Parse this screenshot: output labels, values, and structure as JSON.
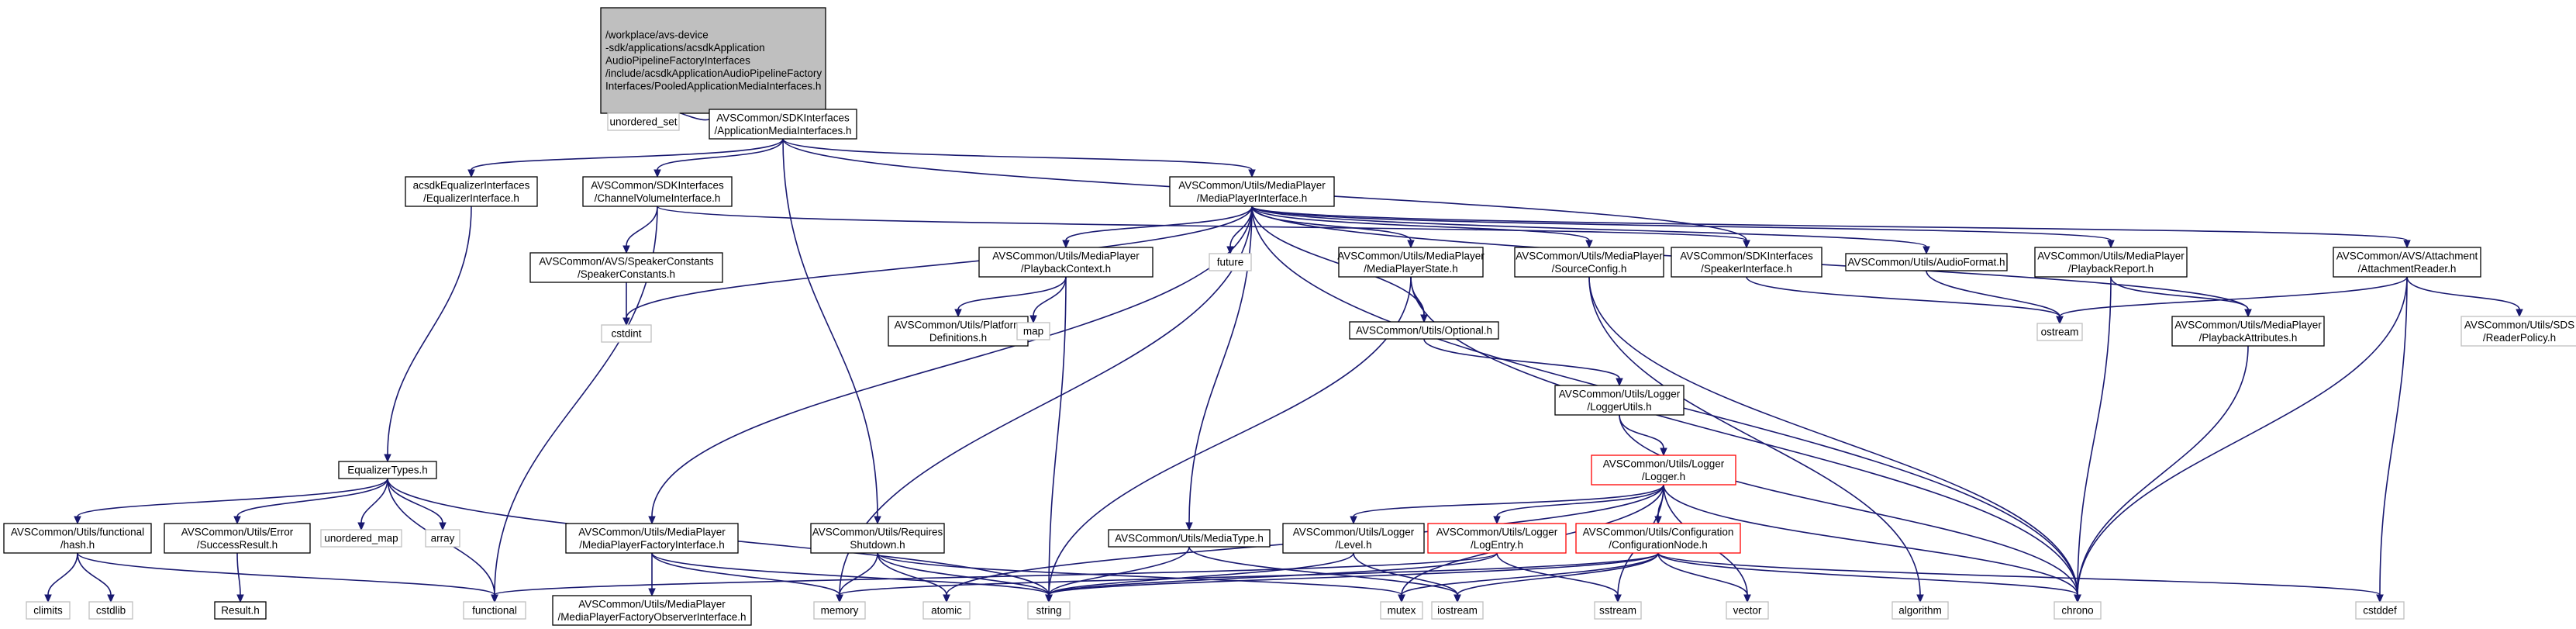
{
  "colors": {
    "edge": "#191970",
    "box_border": "#000000",
    "gray_border": "#bfbfbf",
    "red_border": "#ff0000",
    "root_fill": "#bfbfbf",
    "fill": "#ffffff"
  },
  "nodes": [
    {
      "id": "root",
      "style": "root",
      "lines": [
        "/workplace/avs-device",
        "-sdk/applications/acsdkApplication",
        "AudioPipelineFactoryInterfaces",
        "/include/acsdkApplicationAudioPipelineFactory",
        "Interfaces/PooledApplicationMediaInterfaces.h"
      ]
    },
    {
      "id": "unordered_set",
      "style": "gray",
      "lines": [
        "unordered_set"
      ]
    },
    {
      "id": "app_media",
      "style": "normal",
      "lines": [
        "AVSCommon/SDKInterfaces",
        "/ApplicationMediaInterfaces.h"
      ]
    },
    {
      "id": "eq_iface",
      "style": "normal",
      "lines": [
        "acsdkEqualizerInterfaces",
        "/EqualizerInterface.h"
      ]
    },
    {
      "id": "chan_vol",
      "style": "normal",
      "lines": [
        "AVSCommon/SDKInterfaces",
        "/ChannelVolumeInterface.h"
      ]
    },
    {
      "id": "mp_iface",
      "style": "normal",
      "lines": [
        "AVSCommon/Utils/MediaPlayer",
        "/MediaPlayerInterface.h"
      ]
    },
    {
      "id": "spk_const",
      "style": "normal",
      "lines": [
        "AVSCommon/AVS/SpeakerConstants",
        "/SpeakerConstants.h"
      ]
    },
    {
      "id": "cstdint",
      "style": "gray",
      "lines": [
        "cstdint"
      ]
    },
    {
      "id": "pb_context",
      "style": "normal",
      "lines": [
        "AVSCommon/Utils/MediaPlayer",
        "/PlaybackContext.h"
      ]
    },
    {
      "id": "future",
      "style": "gray",
      "lines": [
        "future"
      ]
    },
    {
      "id": "mp_state",
      "style": "normal",
      "lines": [
        "AVSCommon/Utils/MediaPlayer",
        "/MediaPlayerState.h"
      ]
    },
    {
      "id": "src_config",
      "style": "normal",
      "lines": [
        "AVSCommon/Utils/MediaPlayer",
        "/SourceConfig.h"
      ]
    },
    {
      "id": "spk_iface",
      "style": "normal",
      "lines": [
        "AVSCommon/SDKInterfaces",
        "/SpeakerInterface.h"
      ]
    },
    {
      "id": "audio_fmt",
      "style": "normal",
      "lines": [
        "AVSCommon/Utils/AudioFormat.h"
      ]
    },
    {
      "id": "pb_report",
      "style": "normal",
      "lines": [
        "AVSCommon/Utils/MediaPlayer",
        "/PlaybackReport.h"
      ]
    },
    {
      "id": "att_reader",
      "style": "normal",
      "lines": [
        "AVSCommon/AVS/Attachment",
        "/AttachmentReader.h"
      ]
    },
    {
      "id": "plat_defs",
      "style": "normal",
      "lines": [
        "AVSCommon/Utils/Platform",
        "Definitions.h"
      ]
    },
    {
      "id": "map",
      "style": "gray",
      "lines": [
        "map"
      ]
    },
    {
      "id": "optional",
      "style": "normal",
      "lines": [
        "AVSCommon/Utils/Optional.h"
      ]
    },
    {
      "id": "ostream",
      "style": "gray",
      "lines": [
        "ostream"
      ]
    },
    {
      "id": "pb_attrs",
      "style": "normal",
      "lines": [
        "AVSCommon/Utils/MediaPlayer",
        "/PlaybackAttributes.h"
      ]
    },
    {
      "id": "sds_policy",
      "style": "gray",
      "lines": [
        "AVSCommon/Utils/SDS",
        "/ReaderPolicy.h"
      ]
    },
    {
      "id": "logger_utils",
      "style": "normal",
      "lines": [
        "AVSCommon/Utils/Logger",
        "/LoggerUtils.h"
      ]
    },
    {
      "id": "eq_types",
      "style": "normal",
      "lines": [
        "EqualizerTypes.h"
      ]
    },
    {
      "id": "logger",
      "style": "red",
      "lines": [
        "AVSCommon/Utils/Logger",
        "/Logger.h"
      ]
    },
    {
      "id": "hash",
      "style": "normal",
      "lines": [
        "AVSCommon/Utils/functional",
        "/hash.h"
      ]
    },
    {
      "id": "success",
      "style": "normal",
      "lines": [
        "AVSCommon/Utils/Error",
        "/SuccessResult.h"
      ]
    },
    {
      "id": "unordered_map",
      "style": "gray",
      "lines": [
        "unordered_map"
      ]
    },
    {
      "id": "array",
      "style": "gray",
      "lines": [
        "array"
      ]
    },
    {
      "id": "mp_factory",
      "style": "normal",
      "lines": [
        "AVSCommon/Utils/MediaPlayer",
        "/MediaPlayerFactoryInterface.h"
      ]
    },
    {
      "id": "req_shutdown",
      "style": "normal",
      "lines": [
        "AVSCommon/Utils/Requires",
        "Shutdown.h"
      ]
    },
    {
      "id": "media_type",
      "style": "normal",
      "lines": [
        "AVSCommon/Utils/MediaType.h"
      ]
    },
    {
      "id": "log_level",
      "style": "normal",
      "lines": [
        "AVSCommon/Utils/Logger",
        "/Level.h"
      ]
    },
    {
      "id": "log_entry",
      "style": "red",
      "lines": [
        "AVSCommon/Utils/Logger",
        "/LogEntry.h"
      ]
    },
    {
      "id": "config_node",
      "style": "red",
      "lines": [
        "AVSCommon/Utils/Configuration",
        "/ConfigurationNode.h"
      ]
    },
    {
      "id": "climits",
      "style": "gray",
      "lines": [
        "climits"
      ]
    },
    {
      "id": "cstdlib",
      "style": "gray",
      "lines": [
        "cstdlib"
      ]
    },
    {
      "id": "result",
      "style": "normal",
      "lines": [
        "Result.h"
      ]
    },
    {
      "id": "functional",
      "style": "gray",
      "lines": [
        "functional"
      ]
    },
    {
      "id": "mp_factory_obs",
      "style": "normal",
      "lines": [
        "AVSCommon/Utils/MediaPlayer",
        "/MediaPlayerFactoryObserverInterface.h"
      ]
    },
    {
      "id": "memory",
      "style": "gray",
      "lines": [
        "memory"
      ]
    },
    {
      "id": "atomic",
      "style": "gray",
      "lines": [
        "atomic"
      ]
    },
    {
      "id": "string",
      "style": "gray",
      "lines": [
        "string"
      ]
    },
    {
      "id": "mutex",
      "style": "gray",
      "lines": [
        "mutex"
      ]
    },
    {
      "id": "iostream",
      "style": "gray",
      "lines": [
        "iostream"
      ]
    },
    {
      "id": "sstream",
      "style": "gray",
      "lines": [
        "sstream"
      ]
    },
    {
      "id": "vector",
      "style": "gray",
      "lines": [
        "vector"
      ]
    },
    {
      "id": "algorithm",
      "style": "gray",
      "lines": [
        "algorithm"
      ]
    },
    {
      "id": "chrono",
      "style": "gray",
      "lines": [
        "chrono"
      ]
    },
    {
      "id": "cstddef",
      "style": "gray",
      "lines": [
        "cstddef"
      ]
    }
  ],
  "edges": [
    [
      "root",
      "unordered_set"
    ],
    [
      "root",
      "app_media"
    ],
    [
      "app_media",
      "eq_iface"
    ],
    [
      "app_media",
      "chan_vol"
    ],
    [
      "app_media",
      "mp_iface"
    ],
    [
      "app_media",
      "spk_iface"
    ],
    [
      "app_media",
      "req_shutdown"
    ],
    [
      "eq_iface",
      "eq_types"
    ],
    [
      "chan_vol",
      "spk_const"
    ],
    [
      "chan_vol",
      "functional"
    ],
    [
      "chan_vol",
      "spk_iface"
    ],
    [
      "spk_const",
      "cstdint"
    ],
    [
      "mp_iface",
      "cstdint"
    ],
    [
      "mp_iface",
      "pb_context"
    ],
    [
      "mp_iface",
      "future"
    ],
    [
      "mp_iface",
      "mp_state"
    ],
    [
      "mp_iface",
      "src_config"
    ],
    [
      "mp_iface",
      "audio_fmt"
    ],
    [
      "mp_iface",
      "pb_report"
    ],
    [
      "mp_iface",
      "pb_attrs"
    ],
    [
      "mp_iface",
      "att_reader"
    ],
    [
      "mp_iface",
      "optional"
    ],
    [
      "mp_iface",
      "mp_factory"
    ],
    [
      "mp_iface",
      "media_type"
    ],
    [
      "mp_iface",
      "memory"
    ],
    [
      "mp_iface",
      "chrono"
    ],
    [
      "pb_context",
      "plat_defs"
    ],
    [
      "pb_context",
      "map"
    ],
    [
      "pb_context",
      "string"
    ],
    [
      "mp_state",
      "optional"
    ],
    [
      "mp_state",
      "string"
    ],
    [
      "mp_state",
      "chrono"
    ],
    [
      "src_config",
      "chrono"
    ],
    [
      "src_config",
      "algorithm"
    ],
    [
      "spk_iface",
      "ostream"
    ],
    [
      "audio_fmt",
      "ostream"
    ],
    [
      "pb_report",
      "pb_attrs"
    ],
    [
      "pb_report",
      "chrono"
    ],
    [
      "att_reader",
      "ostream"
    ],
    [
      "att_reader",
      "sds_policy"
    ],
    [
      "att_reader",
      "chrono"
    ],
    [
      "att_reader",
      "cstddef"
    ],
    [
      "pb_attrs",
      "chrono"
    ],
    [
      "optional",
      "logger_utils"
    ],
    [
      "logger_utils",
      "logger"
    ],
    [
      "logger_utils",
      "chrono"
    ],
    [
      "logger",
      "log_level"
    ],
    [
      "logger",
      "log_entry"
    ],
    [
      "logger",
      "config_node"
    ],
    [
      "logger",
      "atomic"
    ],
    [
      "logger",
      "mutex"
    ],
    [
      "logger",
      "sstream"
    ],
    [
      "logger",
      "vector"
    ],
    [
      "logger",
      "chrono"
    ],
    [
      "eq_types",
      "hash"
    ],
    [
      "eq_types",
      "success"
    ],
    [
      "eq_types",
      "unordered_map"
    ],
    [
      "eq_types",
      "array"
    ],
    [
      "eq_types",
      "functional"
    ],
    [
      "eq_types",
      "string"
    ],
    [
      "hash",
      "climits"
    ],
    [
      "hash",
      "cstdlib"
    ],
    [
      "hash",
      "functional"
    ],
    [
      "success",
      "result"
    ],
    [
      "mp_factory",
      "mp_factory_obs"
    ],
    [
      "mp_factory",
      "memory"
    ],
    [
      "mp_factory",
      "string"
    ],
    [
      "req_shutdown",
      "memory"
    ],
    [
      "req_shutdown",
      "atomic"
    ],
    [
      "req_shutdown",
      "string"
    ],
    [
      "req_shutdown",
      "mutex"
    ],
    [
      "media_type",
      "string"
    ],
    [
      "media_type",
      "iostream"
    ],
    [
      "log_level",
      "string"
    ],
    [
      "log_level",
      "iostream"
    ],
    [
      "log_entry",
      "string"
    ],
    [
      "log_entry",
      "sstream"
    ],
    [
      "log_entry",
      "functional"
    ],
    [
      "config_node",
      "memory"
    ],
    [
      "config_node",
      "string"
    ],
    [
      "config_node",
      "mutex"
    ],
    [
      "config_node",
      "iostream"
    ],
    [
      "config_node",
      "vector"
    ],
    [
      "config_node",
      "chrono"
    ],
    [
      "config_node",
      "cstddef"
    ]
  ]
}
